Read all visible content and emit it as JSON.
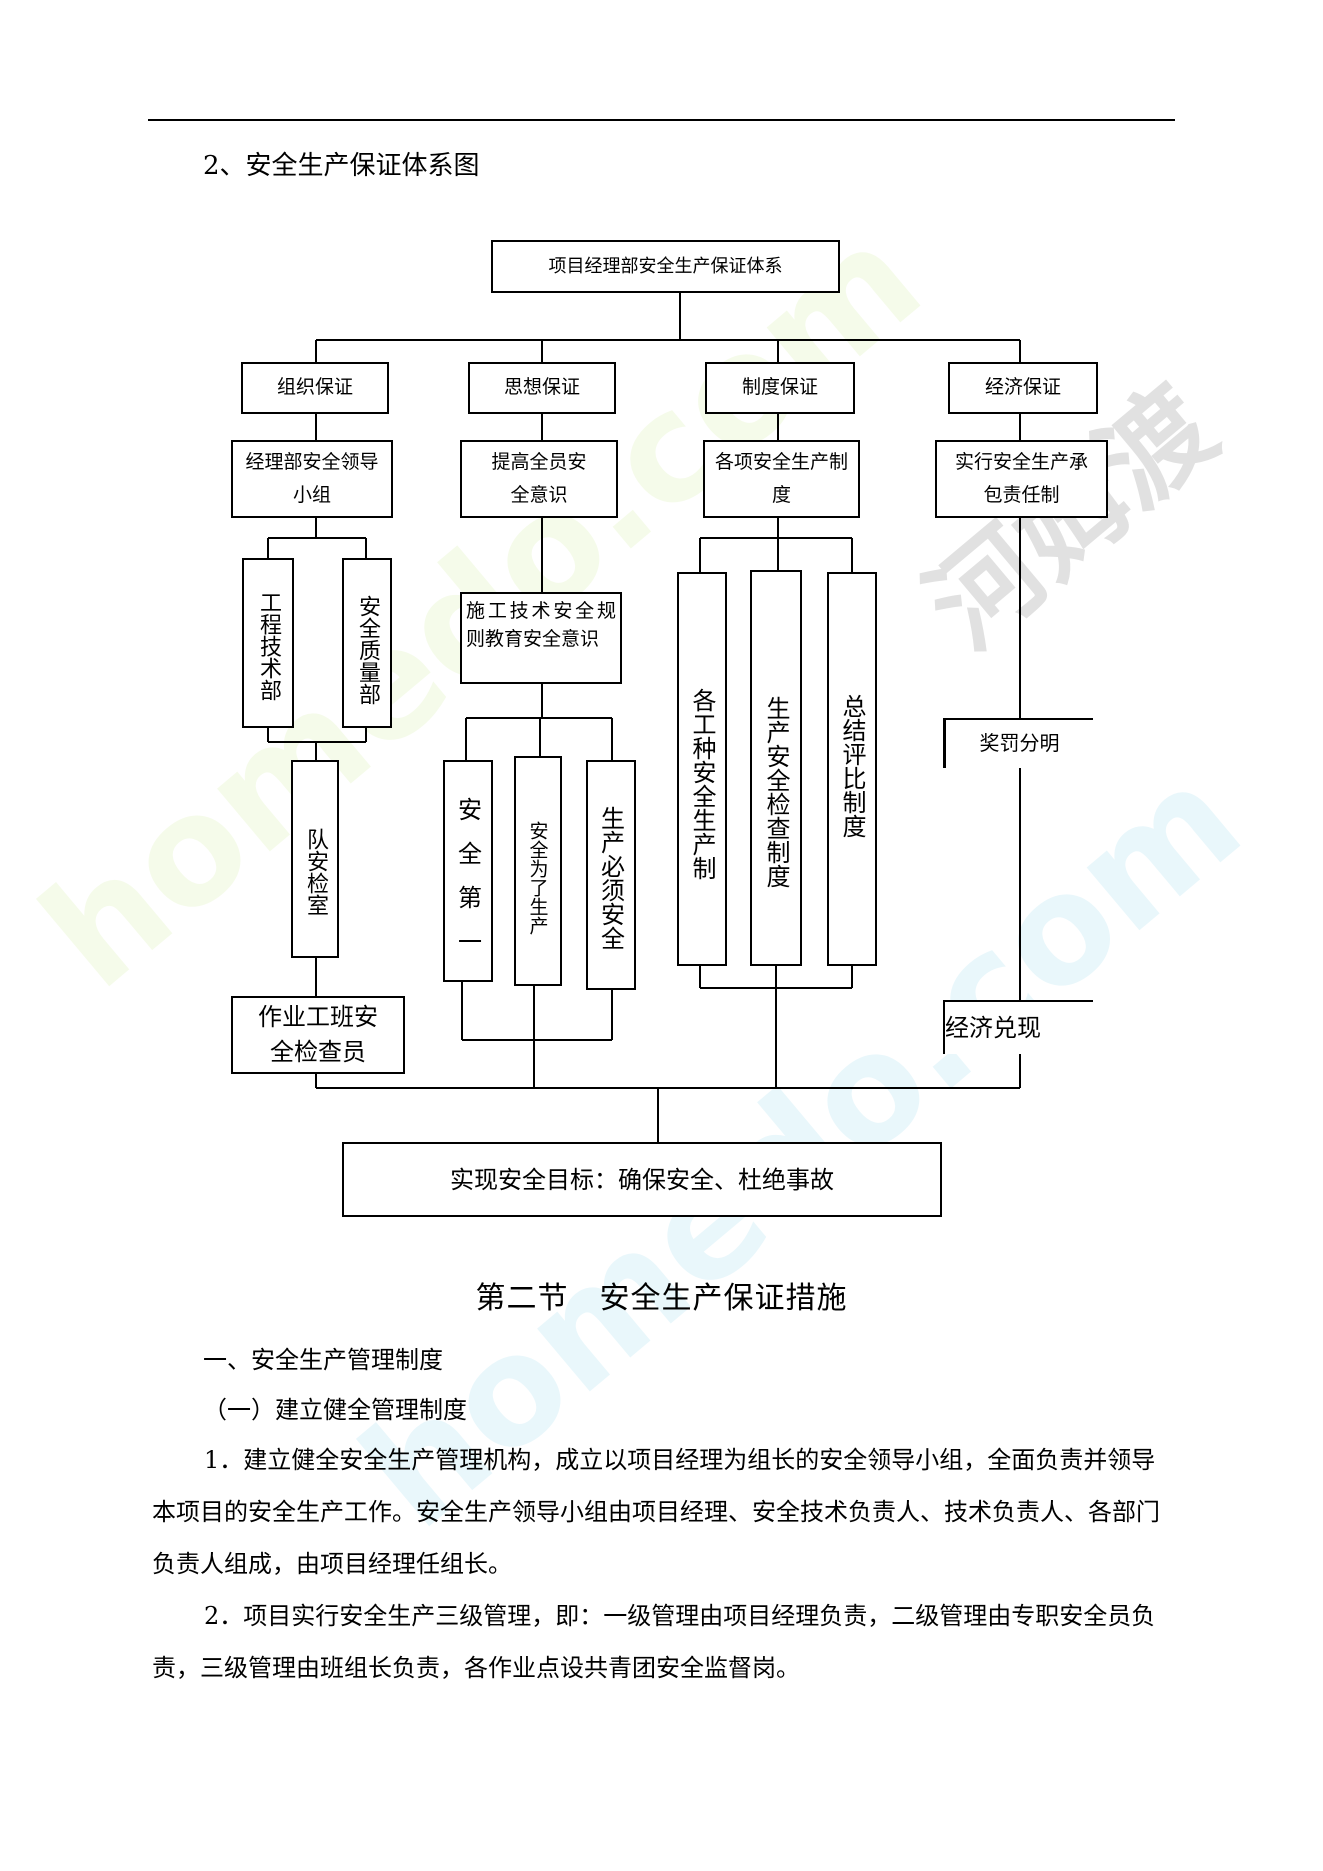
{
  "heading": "2、安全生产保证体系图",
  "diagram": {
    "root": "项目经理部安全生产保证体系",
    "branches": [
      {
        "title": "组织保证",
        "sub": "经理部安全领导小组",
        "children": [
          "工程技术部",
          "安全质量部"
        ],
        "unit": "队安检室",
        "bottom": "作业工班安全检查员"
      },
      {
        "title": "思想保证",
        "sub": "提高全员安全意识",
        "mid": "施工技术安全规则教育安全意识",
        "children": [
          "安全第一",
          "安全为了生产",
          "生产必须安全"
        ]
      },
      {
        "title": "制度保证",
        "sub": "各项安全生产制度",
        "children": [
          "各工种安全生产制",
          "生产安全检查制度",
          "总结评比制度"
        ]
      },
      {
        "title": "经济保证",
        "sub": "实行安全生产承包责任制",
        "mid": "奖罚分明",
        "bottom": "经济兑现"
      }
    ],
    "goal": "实现安全目标：确保安全、杜绝事故"
  },
  "section_title": "第二节　安全生产保证措施",
  "subheading1": "一、安全生产管理制度",
  "subheading2": "（一）建立健全管理制度",
  "paragraphs": [
    "1．建立健全安全生产管理机构，成立以项目经理为组长的安全领导小组，全面负责并领导本项目的安全生产工作。安全生产领导小组由项目经理、安全技术负责人、技术负责人、各部门负责人组成，由项目经理任组长。",
    "2．项目实行安全生产三级管理，即：一级管理由项目经理负责，二级管理由专职安全员负责，三级管理由班组长负责，各作业点设共青团安全监督岗。"
  ],
  "watermark": {
    "brand": "河姆渡",
    "site": "homedo.com"
  }
}
